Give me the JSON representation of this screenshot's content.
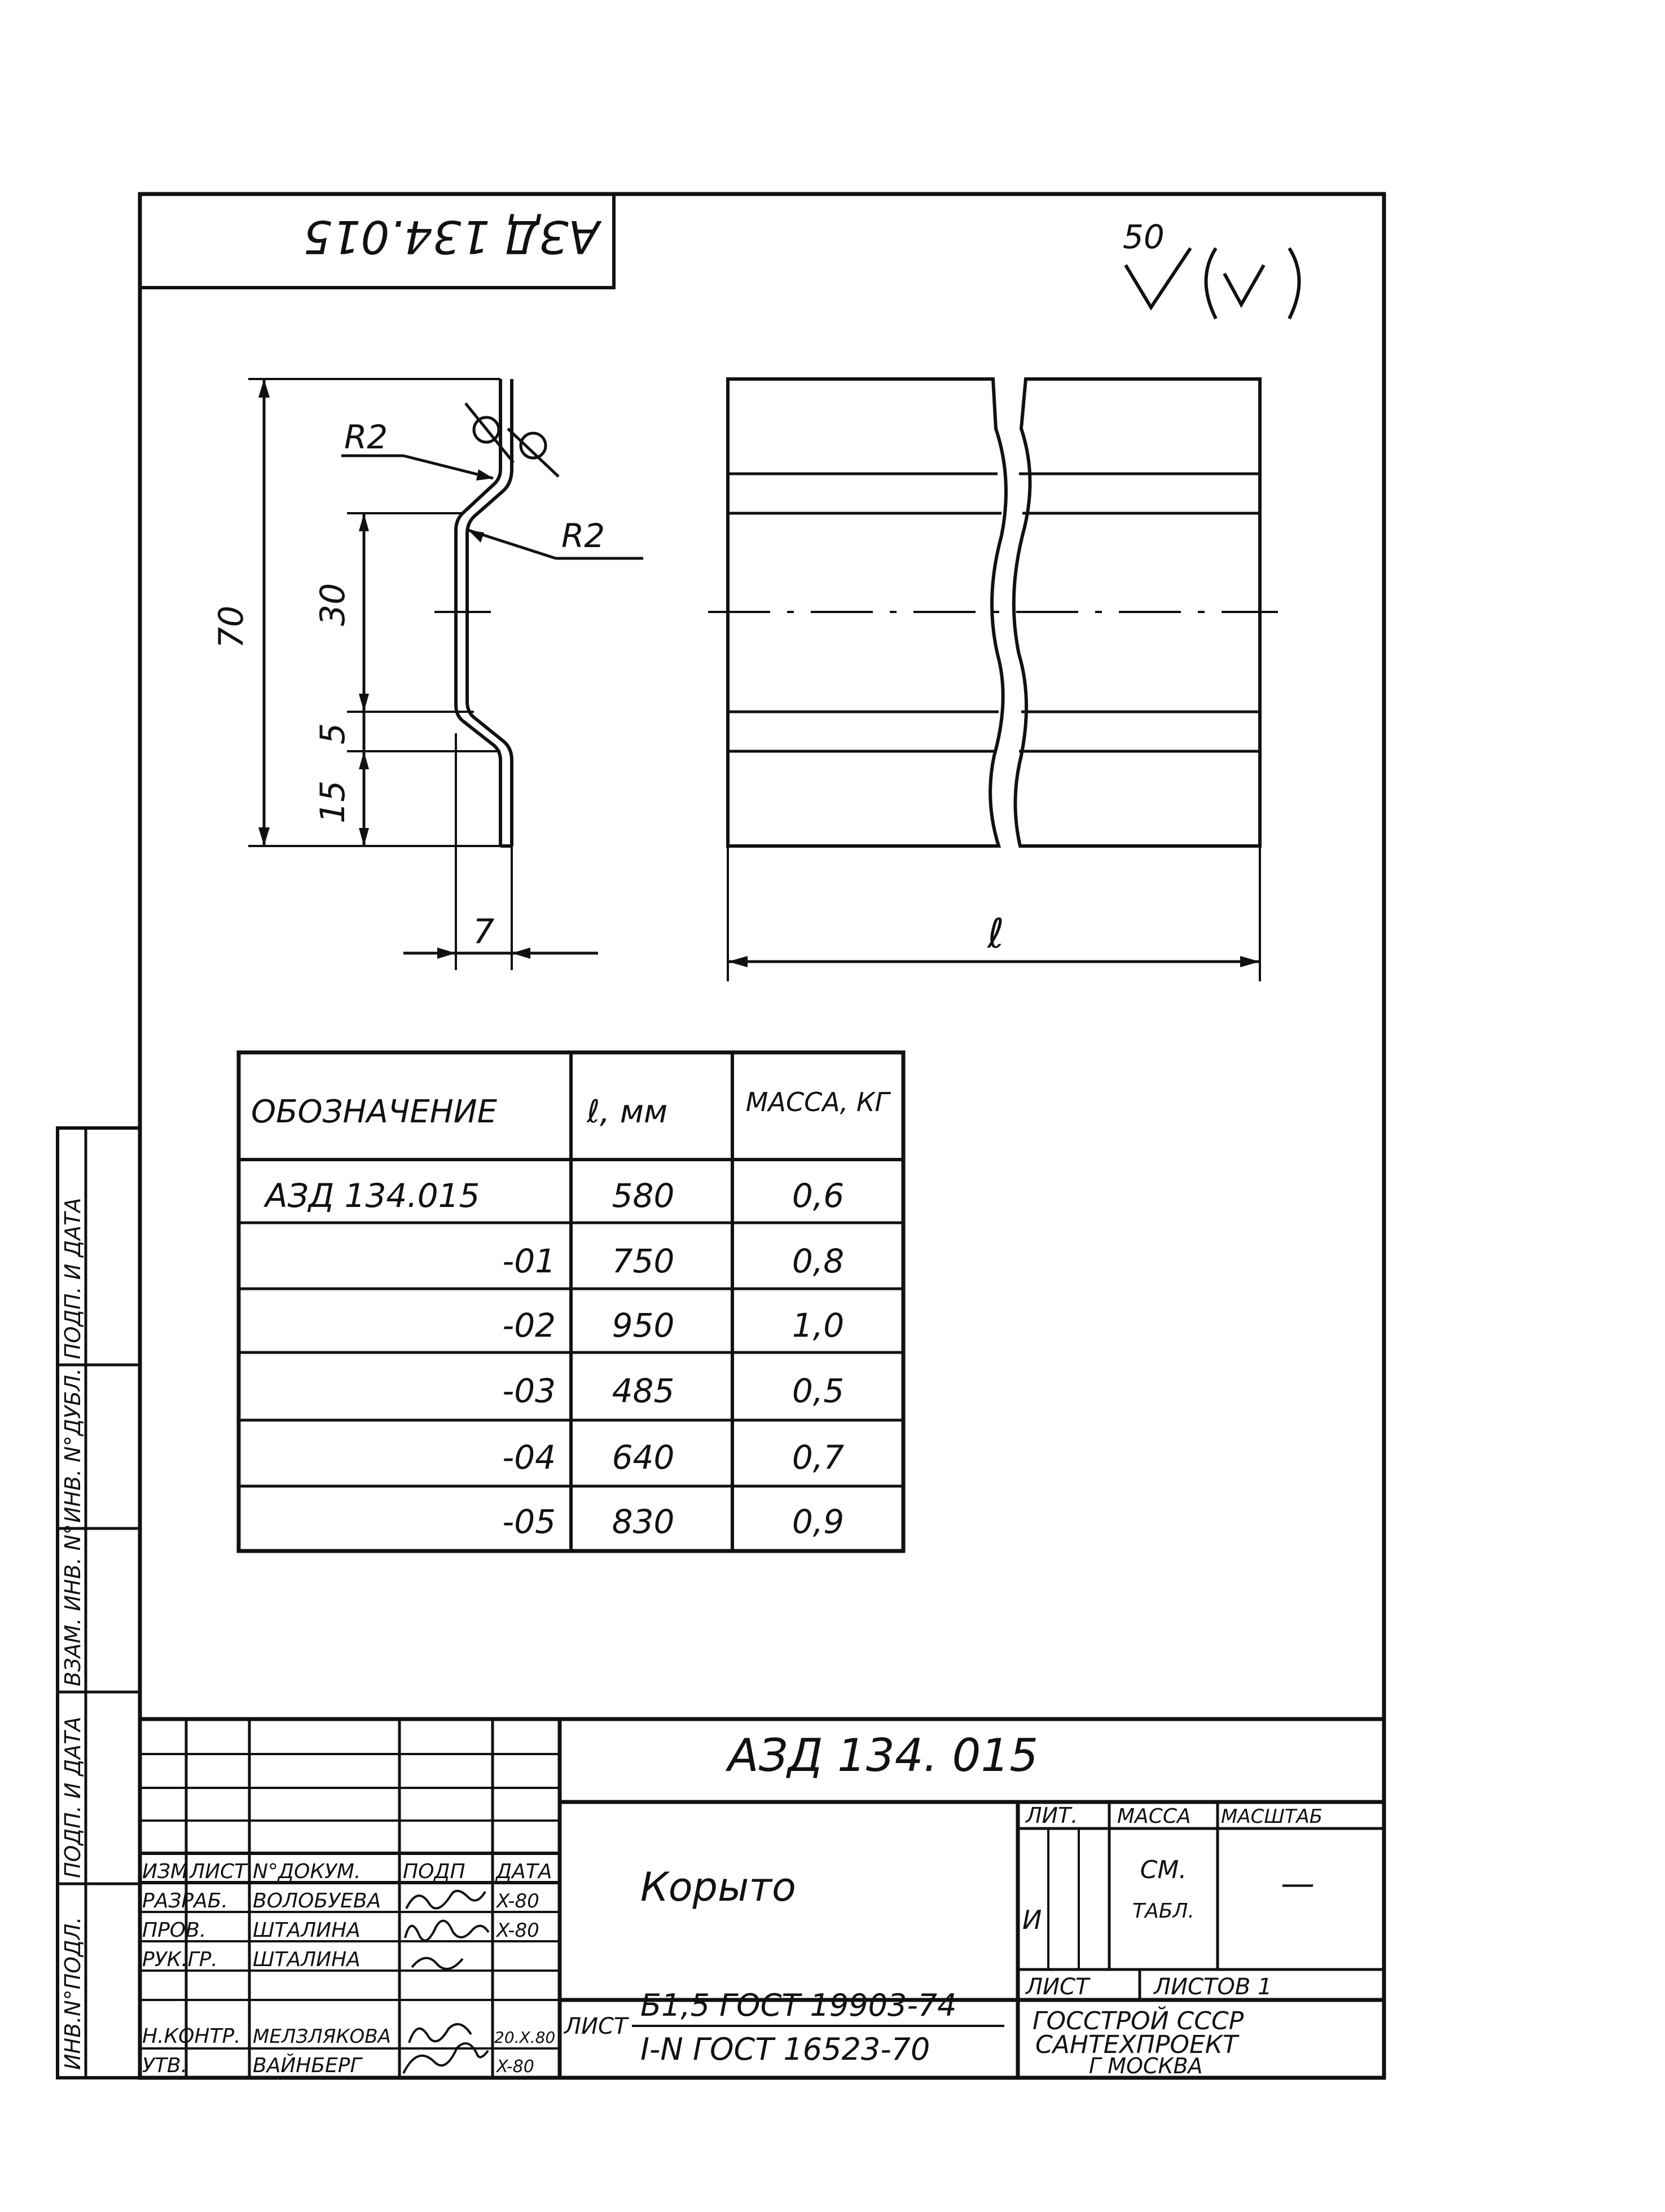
{
  "stamp": {
    "code_top": "АЗД 134.015"
  },
  "roughness": {
    "value": "50"
  },
  "profile": {
    "radius_upper": "R2",
    "radius_lower": "R2",
    "dim_total": "70",
    "dim_30": "30",
    "dim_5": "5",
    "dim_15": "15",
    "dim_7": "7"
  },
  "plan": {
    "length_symbol": "ℓ"
  },
  "spec_table": {
    "headers": [
      "ОБОЗНАЧЕНИЕ",
      "ℓ, мм",
      "МАССА, КГ"
    ],
    "rows": [
      [
        "АЗД 134.015",
        "580",
        "0,6"
      ],
      [
        "-01",
        "750",
        "0,8"
      ],
      [
        "-02",
        "950",
        "1,0"
      ],
      [
        "-03",
        "485",
        "0,5"
      ],
      [
        "-04",
        "640",
        "0,7"
      ],
      [
        "-05",
        "830",
        "0,9"
      ]
    ]
  },
  "side_strip": [
    "ИНВ.N°ПОДЛ.",
    "ПОДП. И ДАТА",
    "ВЗАМ. ИНВ. N°",
    "ИНВ. N°ДУБЛ.",
    "ПОДП. И ДАТА"
  ],
  "title_block": {
    "doc_code": "АЗД 134. 015",
    "name": "Корыто",
    "col_headers": [
      "ИЗМ",
      "ЛИСТ",
      "N°ДОКУМ.",
      "ПОДП",
      "ДАТА"
    ],
    "roles": [
      {
        "role": "РАЗРАБ.",
        "name": "ВОЛОБУЕВА",
        "date": "X-80"
      },
      {
        "role": "ПРОВ.",
        "name": "ШТАЛИНА",
        "date": "X-80"
      },
      {
        "role": "РУК.ГР.",
        "name": "ШТАЛИНА",
        "date": ""
      },
      {
        "role": "",
        "name": "",
        "date": ""
      },
      {
        "role": "Н.КОНТР.",
        "name": "МЕЛЗЛЯКОВА",
        "date": "20.X.80"
      },
      {
        "role": "УТВ.",
        "name": "ВАЙНБЕРГ",
        "date": "X-80"
      }
    ],
    "lit_label": "ЛИТ.",
    "mass_label": "МАССА",
    "scale_label": "МАСШТАБ",
    "lit_value": "И",
    "mass_value_1": "СМ.",
    "mass_value_2": "ТАБЛ.",
    "scale_value": "—",
    "sheet_label": "ЛИСТ",
    "sheets_label": "ЛИСТОВ 1",
    "material_label": "ЛИСТ",
    "material_top": "Б1,5  ГОСТ 19903-74",
    "material_bottom": "I-N ГОСТ 16523-70",
    "org_1": "ГОССТРОЙ СССР",
    "org_2": "САНТЕХПРОЕКТ",
    "org_3": "Г МОСКВА"
  }
}
